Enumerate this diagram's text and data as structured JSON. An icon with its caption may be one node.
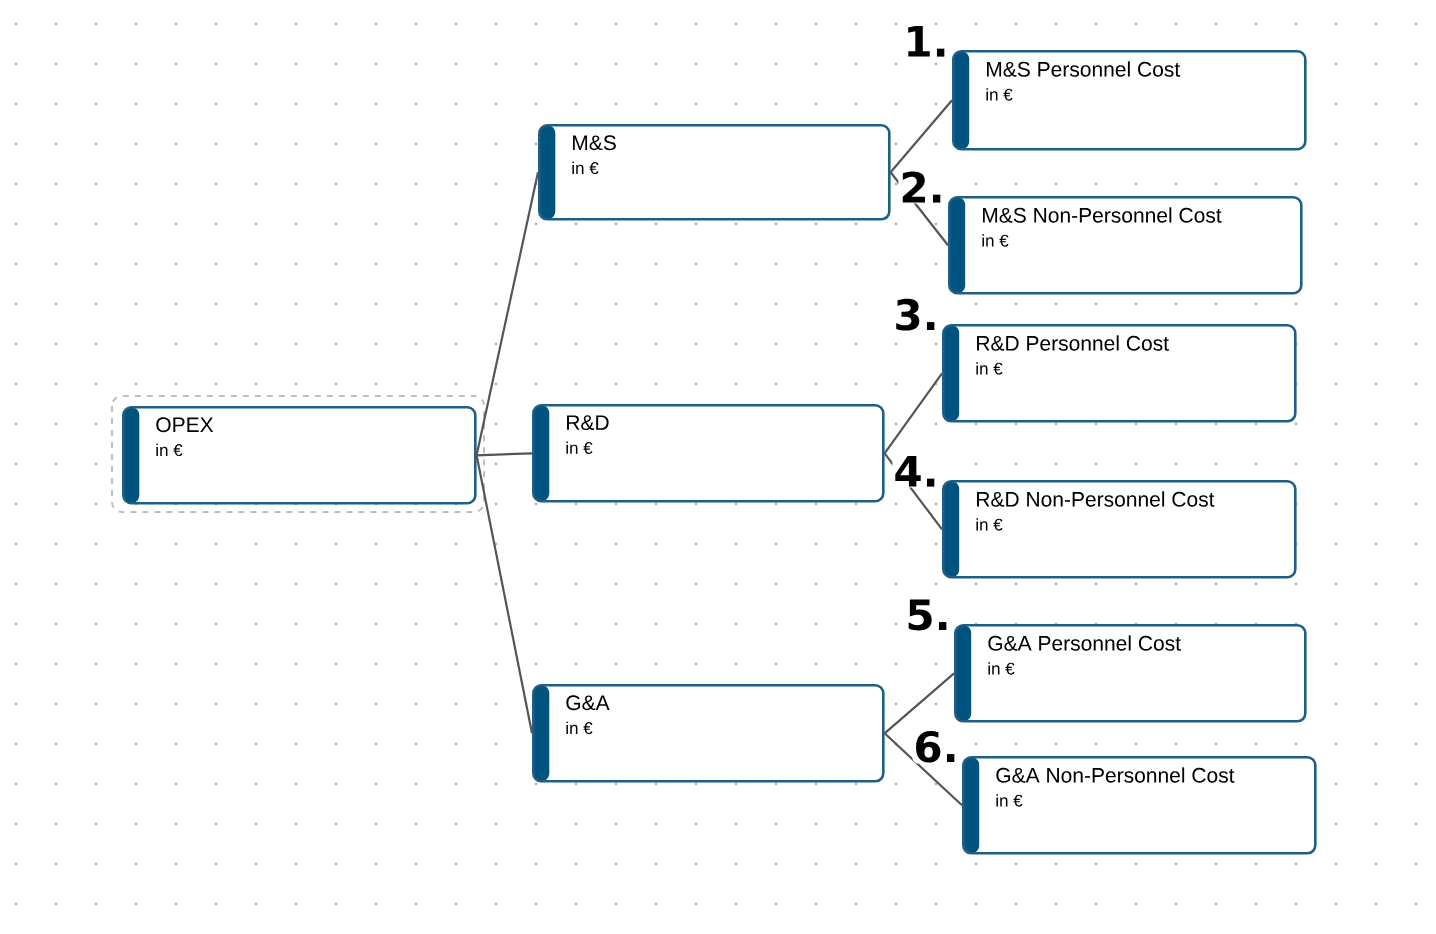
{
  "diagram": {
    "nodes": [
      {
        "text": [
          "OPEX",
          "in €"
        ]
      },
      {
        "text": [
          "M&S",
          "in €"
        ]
      },
      {
        "text": [
          "R&D",
          "in €"
        ]
      },
      {
        "text": [
          "G&A",
          "in €"
        ]
      },
      {
        "text": [
          "M&S Personnel Cost",
          "in €"
        ],
        "beside": [
          "1."
        ]
      },
      {
        "text": [
          "M&S Non-Personnel Cost",
          "in €"
        ],
        "beside": [
          "2."
        ]
      },
      {
        "text": [
          "R&D Personnel Cost",
          "in €"
        ],
        "beside": [
          "3."
        ]
      },
      {
        "text": [
          "R&D Non-Personnel Cost",
          "in €"
        ],
        "beside": [
          "4."
        ]
      },
      {
        "text": [
          "G&A Personnel Cost",
          "in €"
        ],
        "beside": [
          "5."
        ]
      },
      {
        "text": [
          "G&A Non-Personnel Cost",
          "in €"
        ],
        "beside": [
          "6."
        ]
      }
    ],
    "edges": [
      {
        "from": 0,
        "to": 1,
        "arrow": "none"
      },
      {
        "from": 0,
        "to": 2,
        "arrow": "none"
      },
      {
        "from": 0,
        "to": 3,
        "arrow": "none"
      },
      {
        "from": 1,
        "to": 4,
        "arrow": "none"
      },
      {
        "from": 1,
        "to": 5,
        "arrow": "none"
      },
      {
        "from": 2,
        "to": 6,
        "arrow": "none"
      },
      {
        "from": 2,
        "to": 7,
        "arrow": "none"
      },
      {
        "from": 3,
        "to": 8,
        "arrow": "none"
      },
      {
        "from": 3,
        "to": 9,
        "arrow": "none"
      }
    ]
  }
}
